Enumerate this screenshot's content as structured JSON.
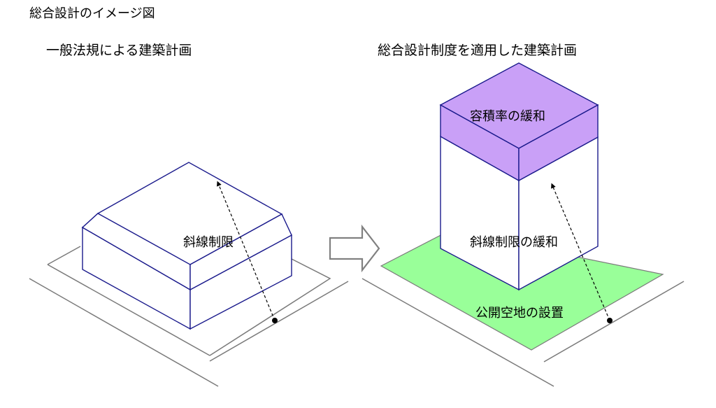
{
  "title": "総合設計のイメージ図",
  "left": {
    "heading": "一般法規による建築計画",
    "slant_label": "斜線制限"
  },
  "right": {
    "heading": "総合設計制度を適用した建築計画",
    "far_label": "容積率の緩和",
    "slant_label": "斜線制限の緩和",
    "open_space_label": "公開空地の設置"
  },
  "colors": {
    "outline": "#1a1a8c",
    "roads": "#7a7a7a",
    "far_block": "#c9a0f7",
    "open_space": "#99ff99",
    "arrow": "#808080"
  }
}
